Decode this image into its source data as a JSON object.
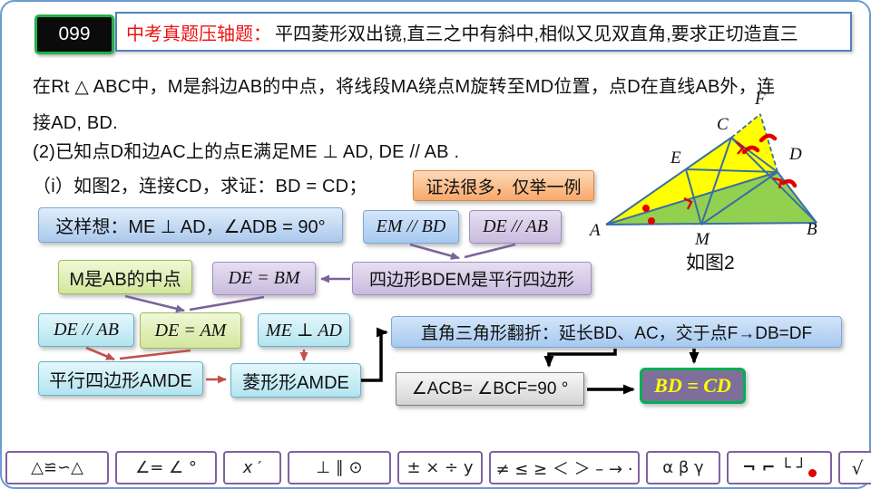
{
  "badge": {
    "number": "099"
  },
  "header": {
    "title_red": "中考真题压轴题：",
    "title_black": "平四菱形双出镜,直三之中有斜中,相似又见双直角,要求正切造直三"
  },
  "problem": {
    "line1": "在Rt △ ABC中，M是斜边AB的中点，将线段MA绕点M旋转至MD位置，点D在直线AB外，连",
    "line2": "接AD, BD.",
    "line3": "(2)已知点D和边AC上的点E满足ME ⊥ AD, DE // AB .",
    "line4": "（i）如图2，连接CD，求证：BD = CD；"
  },
  "hint_box": {
    "text": "证法很多，仅举一例"
  },
  "flowchart": {
    "think": "这样想：ME ⊥ AD，∠ADB = 90°",
    "em_bd": "EM // BD",
    "de_ab_1": "DE // AB",
    "m_mid": "M是AB的中点",
    "de_bm": "DE = BM",
    "quad_bdem": "四边形BDEM是平行四边形",
    "de_ab_2": "DE // AB",
    "de_am": "DE = AM",
    "me_ad": "ME ⊥ AD",
    "para_amde": "平行四边形AMDE",
    "rhombus_amde": "菱形形AMDE",
    "fold": "直角三角形翻折：延长BD、AC，交于点F→DB=DF",
    "angles": "∠ACB= ∠BCF=90 °",
    "conclusion": "BD = CD"
  },
  "diagram": {
    "labels": {
      "A": "A",
      "B": "B",
      "C": "C",
      "D": "D",
      "E": "E",
      "F": "F",
      "M": "M"
    },
    "caption": "如图2",
    "colors": {
      "region_yellow": "#ffff00",
      "region_green": "#92d050",
      "line_blue": "#3a6ea5",
      "mark_red": "#e00000"
    }
  },
  "toolbar": {
    "buttons": [
      "△≌∽△",
      "∠= ∠ °",
      "x ′",
      "⊥ ∥ ⊙",
      "± × ÷ y",
      "≠ ≤ ≥ ＜ ＞ – → ·",
      "α β γ",
      "¬ ⌐ └ ┘",
      "√"
    ]
  },
  "colors": {
    "title_red": "#ee1111",
    "badge_border": "#22b14c",
    "conclusion_bg": "#7e6e9a",
    "conclusion_border": "#00b050",
    "conclusion_text": "#ffff00",
    "arrow_purple": "#7a639b",
    "arrow_red": "#c0504d",
    "arrow_black": "#000000"
  }
}
